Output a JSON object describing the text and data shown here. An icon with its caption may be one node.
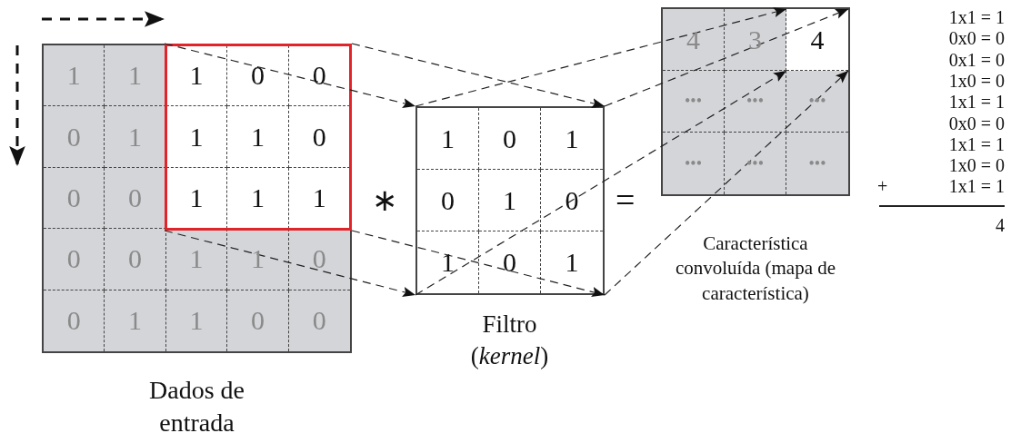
{
  "diagram": {
    "nodes": [
      {
        "text": [],
        "shape": "box",
        "beside": [
          "Dados de entrada"
        ]
      },
      {
        "text": [],
        "shape": "box",
        "in": 0
      },
      {
        "text": [],
        "shape": "box",
        "beside": [
          "Filtro (*kernel*)"
        ]
      },
      {
        "text": [],
        "shape": "box",
        "beside": [
          "Característica convoluída (mapa de característica)"
        ]
      },
      {
        "text": [
          "4"
        ],
        "in": 3
      }
    ],
    "edges": [
      {
        "from": 1,
        "to": 2,
        "arrow": "to",
        "style": "dashed"
      },
      {
        "from": 1,
        "to": 2,
        "arrow": "to",
        "style": "dashed"
      },
      {
        "from": 1,
        "to": 2,
        "arrow": "to",
        "style": "dashed"
      },
      {
        "from": 1,
        "to": 2,
        "arrow": "to",
        "style": "dashed"
      },
      {
        "from": 2,
        "to": 4,
        "arrow": "to",
        "style": "dashed"
      },
      {
        "from": 2,
        "to": 4,
        "arrow": "to",
        "style": "dashed"
      },
      {
        "from": 2,
        "to": 4,
        "arrow": "to",
        "style": "dashed"
      },
      {
        "from": 2,
        "to": 4,
        "arrow": "to",
        "style": "dashed"
      }
    ],
    "labels": [
      "1",
      "1",
      "1",
      "0",
      "0",
      "0",
      "1",
      "1",
      "1",
      "0",
      "0",
      "0",
      "1",
      "1",
      "1",
      "0",
      "0",
      "1",
      "1",
      "0",
      "0",
      "1",
      "1",
      "0",
      "0",
      "∗",
      "1",
      "0",
      "1",
      "0",
      "1",
      "0",
      "1",
      "0",
      "1",
      "=",
      "4",
      "3",
      "•••",
      "•••",
      "•••",
      "•••",
      "•••",
      "•••",
      "1x1 = 1",
      "0x0 = 0",
      "0x1 = 0",
      "1x0 = 0",
      "1x1 = 1",
      "0x0 = 0",
      "1x1 = 1",
      "1x0 = 0",
      "+",
      "1x1 = 1",
      "4"
    ]
  }
}
